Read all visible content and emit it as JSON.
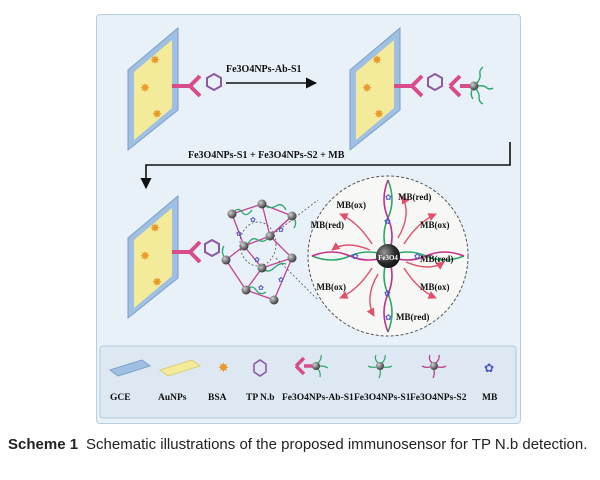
{
  "steps": {
    "step1": "Fe3O4NPs-Ab-S1",
    "step2": "Fe3O4NPs-S1 + Fe3O4NPs-S2 + MB"
  },
  "inset": {
    "core_label": "Fe3O4",
    "labels": [
      "MB(ox)",
      "MB(red)",
      "MB(ox)",
      "MB(red)",
      "MB(ox)",
      "MB(red)",
      "MB(ox)",
      "MB(red)"
    ]
  },
  "legend": {
    "items": [
      {
        "label": "GCE",
        "icon": "gce-slab-icon"
      },
      {
        "label": "AuNPs",
        "icon": "aunps-slab-icon"
      },
      {
        "label": "BSA",
        "icon": "bsa-star-icon"
      },
      {
        "label": "TP N.b",
        "icon": "tpnb-hexagon-icon"
      },
      {
        "label": "Fe3O4NPs-Ab-S1",
        "icon": "fe3o4-ab-s1-icon"
      },
      {
        "label": "Fe3O4NPs-S1",
        "icon": "fe3o4-s1-icon"
      },
      {
        "label": "Fe3O4NPs-S2",
        "icon": "fe3o4-s2-icon"
      },
      {
        "label": "MB",
        "icon": "mb-flower-icon"
      }
    ]
  },
  "caption": {
    "label": "Scheme 1",
    "text": "Schematic illustrations of the proposed immunosensor for TP N.b detection."
  },
  "colors": {
    "frame_bg": "#e9f1f8",
    "electrode_blue": "#9fc0e3",
    "aunps_yellow": "#f3ea9a",
    "bsa_orange": "#e89a2a",
    "antibody_pink": "#d94c8c",
    "tpnb_purple": "#8a5aa3",
    "strand_green": "#2aa86a",
    "strand_magenta": "#c0308a",
    "mb_blue": "#4a55c8",
    "arrow_red": "#e0506a"
  }
}
